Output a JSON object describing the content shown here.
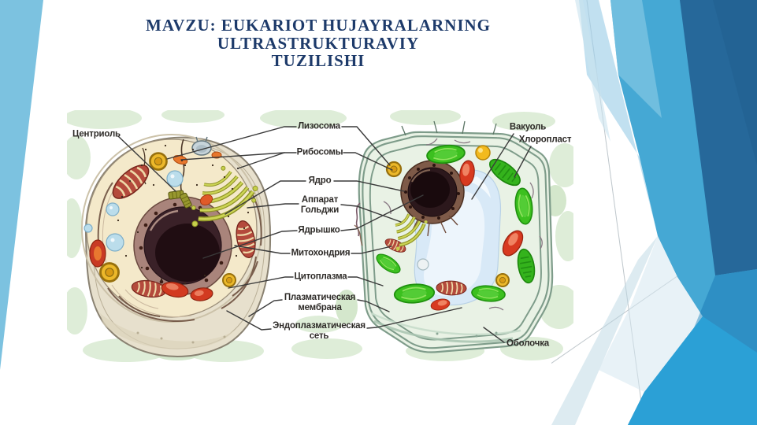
{
  "slide": {
    "title_line1": "MAVZU: EUKARIOT HUJAYRALARNING ULTRASTRUKTURAVIY",
    "title_line2": "TUZILISHI"
  },
  "diagram": {
    "description": "Labeled comparison of animal cell (left) and plant cell (right) ultrastructure",
    "labels": {
      "centriole": "Центриоль",
      "lysosome": "Лизосома",
      "ribosomes": "Рибосомы",
      "nucleus": "Ядро",
      "golgi_line1": "Аппарат",
      "golgi_line2": "Гольджи",
      "nucleolus": "Ядрышко",
      "mitochondrion": "Митохондрия",
      "cytoplasm": "Цитоплазма",
      "plasma_membrane_line1": "Плазматическая",
      "plasma_membrane_line2": "мембрана",
      "endoplasmic_reticulum_line1": "Эндоплазматическая",
      "endoplasmic_reticulum_line2": "сеть",
      "vacuole": "Вакуоль",
      "chloroplast": "Хлоропласт",
      "cell_wall": "Оболочка"
    }
  },
  "theme": {
    "title_color": "#1d3a6a",
    "left_wedge_color": "#7cc2e0",
    "facet_light": "#7fc6e3",
    "facet_medium": "#45a8d4",
    "facet_bright": "#2ba0d6",
    "facet_dark": "#26689a",
    "label_color": "#2e2b28",
    "leader_line_color": "#3a3a3a",
    "background_blob_color": "#deedd8"
  }
}
